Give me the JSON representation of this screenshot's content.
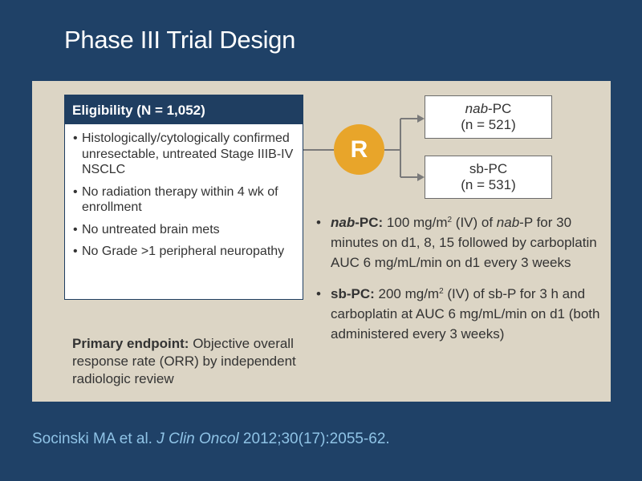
{
  "title": "Phase III Trial Design",
  "colors": {
    "background": "#1f4167",
    "panel": "#dcd5c5",
    "header": "#1f3e61",
    "randomize": "#e8a52a",
    "citation": "#8fc3e6"
  },
  "eligibility": {
    "header": "Eligibility (N = 1,052)",
    "bullet": "•",
    "items": [
      "Histologically/cytologically confirmed unresectable, untreated Stage IIIB-IV NSCLC",
      "No radiation therapy within 4 wk of enrollment",
      "No untreated brain mets",
      "No Grade >1 peripheral neuropathy"
    ]
  },
  "randomize": {
    "label": "R"
  },
  "arms": [
    {
      "name_italic": "nab",
      "name_rest": "-PC",
      "n": "(n = 521)"
    },
    {
      "name": "sb-PC",
      "n": "(n = 531)"
    }
  ],
  "endpoint": {
    "label": "Primary endpoint:",
    "text": " Objective overall response rate (ORR) by independent radiologic review"
  },
  "doses": [
    {
      "bullet": "•",
      "label_italic": "nab",
      "label_rest": "-PC:",
      "dose": " 100 mg/m",
      "sup": "2",
      "t1": " (IV) of ",
      "t1_italic": "nab",
      "t2": "-P for 30 minutes on d1, 8, 15 followed by carboplatin AUC 6 mg/mL/min on d1 every 3 weeks"
    },
    {
      "bullet": "•",
      "label": "sb-PC:",
      "dose": " 200 mg/m",
      "sup": "2",
      "t1": " (IV) of sb-P for 3 h and carboplatin at AUC 6 mg/mL/min on d1 (both administered every 3 weeks)"
    }
  ],
  "citation": {
    "authors": "Socinski MA et al. ",
    "journal": "J Clin Oncol",
    "ref": " 2012;30(17):2055-62."
  }
}
